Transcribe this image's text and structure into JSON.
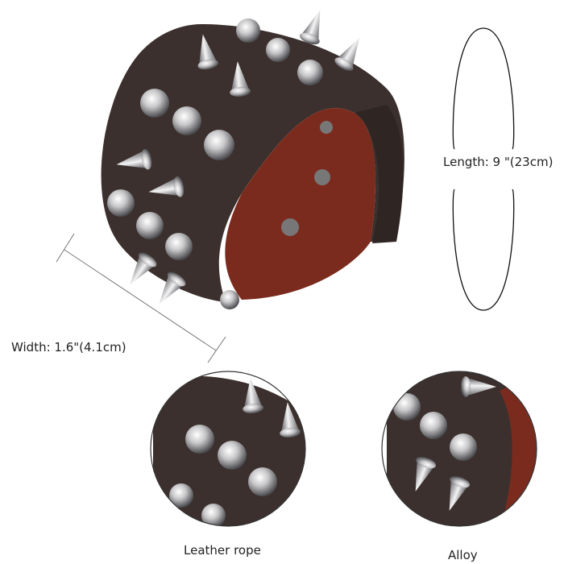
{
  "labels": {
    "length": "Length: 9 \"(23cm)",
    "width": "Width: 1.6\"(4.1cm)",
    "detail_left": "Leather rope",
    "detail_right": "Alloy"
  },
  "colors": {
    "leather": "#3b302d",
    "suede": "#7b2b1d",
    "stud": "#c9c9cb"
  }
}
